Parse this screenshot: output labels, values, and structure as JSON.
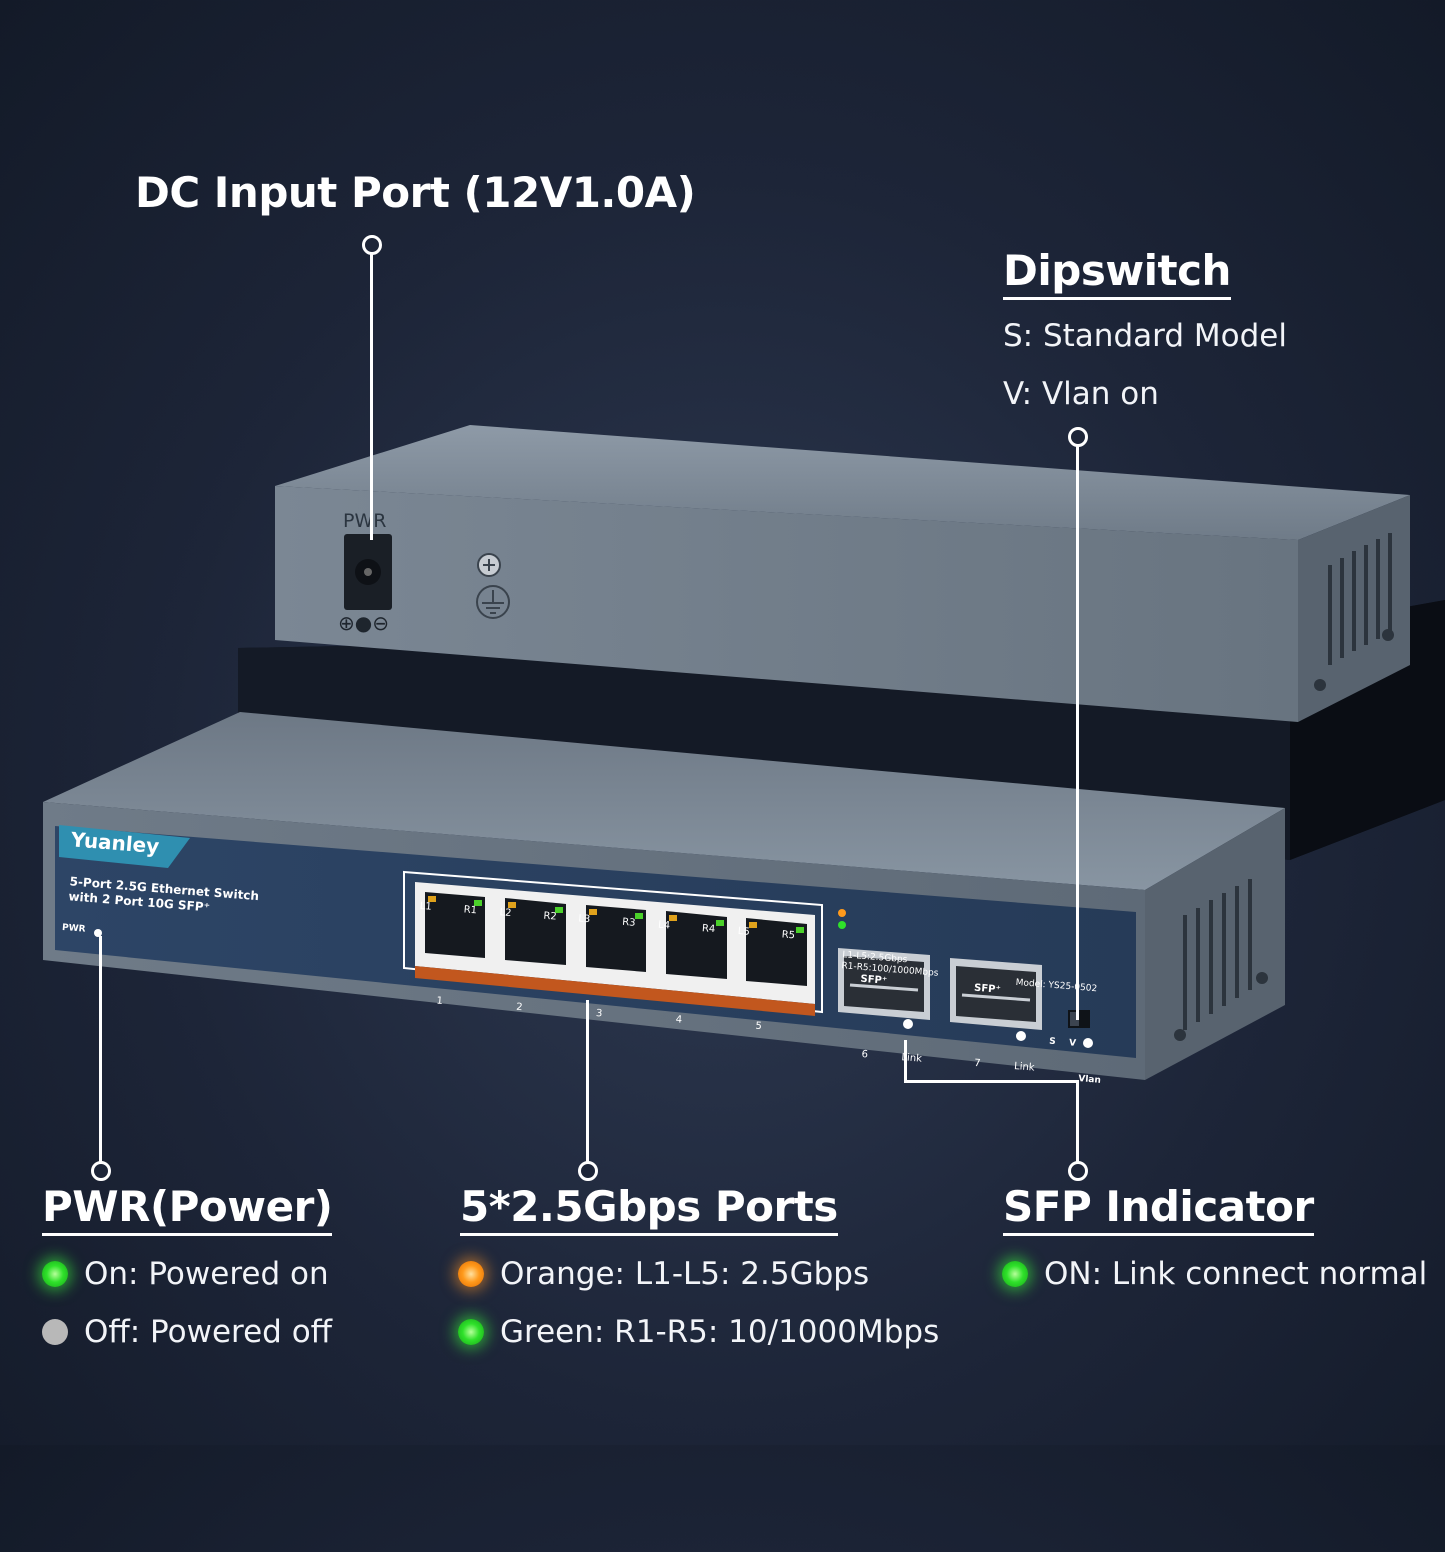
{
  "labels": {
    "dc_title": "DC Input Port (12V1.0A)",
    "dip_title": "Dipswitch",
    "dip_s": "S: Standard Model",
    "dip_v": "V: Vlan on",
    "pwr_title": "PWR(Power)",
    "pwr_on": "On: Powered on",
    "pwr_off": "Off: Powered off",
    "ports_title": "5*2.5Gbps Ports",
    "ports_orange": "Orange: L1-L5: 2.5Gbps",
    "ports_green": "Green: R1-R5: 10/1000Mbps",
    "sfp_title": "SFP Indicator",
    "sfp_on": "ON: Link connect normal"
  },
  "device": {
    "rear_pwr": "PWR",
    "rear_polarity": "⊕●⊖",
    "brand": "Yuanley",
    "desc_line1": "5-Port 2.5G Ethernet Switch",
    "desc_line2": "with 2 Port 10G SFP⁺",
    "pwr_label": "PWR",
    "led_legend_1": "L1-L5:2.5Gbps",
    "led_legend_2": "R1-R5:100/1000Mbps",
    "model": "Model: YS25-0502",
    "sfp_label": "SFP⁺",
    "link": "Link",
    "vlan": "Vlan",
    "switch_s": "S",
    "switch_v": "V",
    "port_tops": [
      "L1",
      "R1",
      "L2",
      "R2",
      "L3",
      "R3",
      "L4",
      "R4",
      "L5",
      "R5"
    ],
    "port_numbers": [
      "1",
      "2",
      "3",
      "4",
      "5"
    ],
    "sfp_numbers": [
      "6",
      "7"
    ]
  },
  "colors": {
    "led_green": "#2fe12a",
    "led_orange": "#ff9a1c",
    "led_off": "#b8b8b8",
    "panel_blue": "#2b4263",
    "chassis": "#7d8a98"
  }
}
